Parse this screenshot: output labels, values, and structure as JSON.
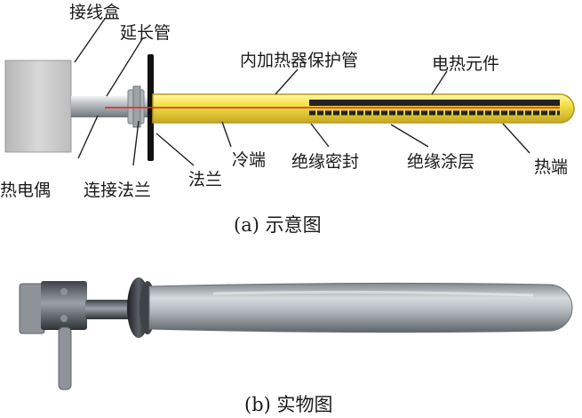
{
  "diagram": {
    "labels": {
      "junction_box": "接线盒",
      "extension_tube": "延长管",
      "inner_heater_protection_tube": "内加热器保护管",
      "heating_element": "电热元件",
      "thermocouple": "热电偶",
      "connection_flange": "连接法兰",
      "flange": "法兰",
      "cold_end": "冷端",
      "insulation_seal": "绝缘密封",
      "insulation_coating": "绝缘涂层",
      "hot_end": "热端"
    },
    "caption": "(a) 示意图"
  },
  "photo": {
    "caption": "(b) 实物图"
  },
  "colors": {
    "tube_fill": "#f2e24a",
    "tube_outline": "#c9b030",
    "extension_tube": "#b9bec3",
    "junction_box": "#c8c8c8",
    "thermocouple_line": "#e0261b",
    "heating_element": "#222222",
    "flange": "#111111",
    "rod_body": "#aab1b8"
  }
}
